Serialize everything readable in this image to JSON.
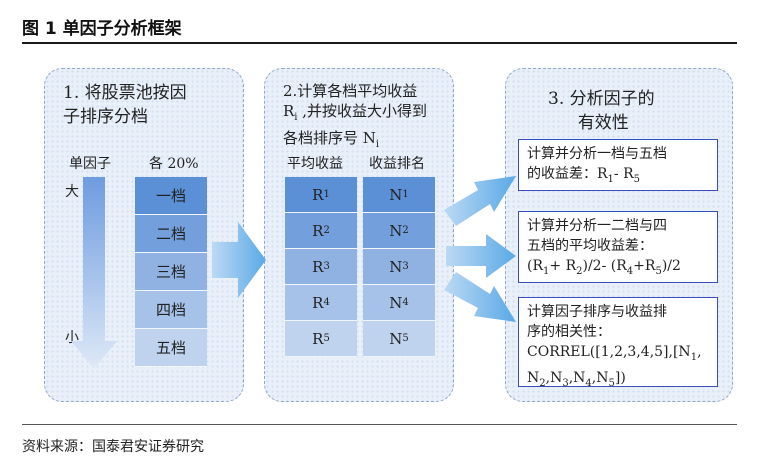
{
  "figure": {
    "title": "图 1 单因子分析框架",
    "source": "资料来源：国泰君安证券研究"
  },
  "step1": {
    "title_line1": "1. 将股票池按因",
    "title_line2": "子排序分档",
    "col_factor": "单因子",
    "col_bucket": "各 20%",
    "big": "大",
    "small": "小",
    "buckets": [
      "一档",
      "二档",
      "三档",
      "四档",
      "五档"
    ]
  },
  "step2": {
    "title_line1": "2.计算各档平均收益",
    "title_line2_pre": "R",
    "title_line2_sub": "i",
    "title_line2_post": " ,并按收益大小得到",
    "title_line3_pre": "各档排序号 N",
    "title_line3_sub": "i",
    "col_return": "平均收益",
    "col_rank": "收益排名",
    "rows": [
      {
        "r": "R",
        "rs": "1",
        "n": "N",
        "ns": "1"
      },
      {
        "r": "R",
        "rs": "2",
        "n": "N",
        "ns": "2"
      },
      {
        "r": "R",
        "rs": "3",
        "n": "N",
        "ns": "3"
      },
      {
        "r": "R",
        "rs": "4",
        "n": "N",
        "ns": "4"
      },
      {
        "r": "R",
        "rs": "5",
        "n": "N",
        "ns": "5"
      }
    ]
  },
  "step3": {
    "title_line1": "3. 分析因子的",
    "title_line2": "有效性",
    "box1": {
      "line1": "计算并分析一档与五档",
      "line2_a": "的收益差：R",
      "line2_s1": "1",
      "line2_b": "- R",
      "line2_s2": "5"
    },
    "box2": {
      "line1": "计算并分析一二档与四",
      "line2": "五档的平均收益差：",
      "f1": "(R",
      "s1": "1",
      "f2": "+ R",
      "s2": "2",
      "f3": ")/2- (R",
      "s3": "4",
      "f4": "+R",
      "s4": "5",
      "f5": ")/2"
    },
    "box3": {
      "line1": "计算因子排序与收益排",
      "line2": "序的相关性：",
      "line3": "CORREL([1,2,3,4,5],[N",
      "s1": "1",
      "line3b": ",",
      "line4_a": "N",
      "s2": "2",
      "line4_b": ",N",
      "s3": "3",
      "line4_c": ",N",
      "s4": "4",
      "line4_d": ",N",
      "s5": "5",
      "line4_e": "])"
    }
  },
  "colors": {
    "panel_border": "#8fa8cc",
    "box_border": "#3a4fbf",
    "cell_shades": [
      "#5b8fd6",
      "#73a0dc",
      "#8fb2e2",
      "#a6c2e8",
      "#bfd3ef"
    ],
    "arrow": "#5aa9e6"
  }
}
